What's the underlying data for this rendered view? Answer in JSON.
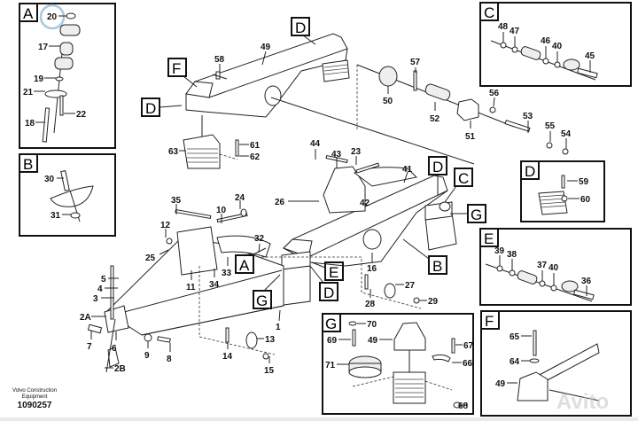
{
  "diagram": {
    "title_code": "1090257",
    "publisher": [
      "Volvo Construction",
      "Equipment"
    ],
    "watermark": "Avito",
    "highlight_color": "#a8c8e0",
    "detail_boxes": {
      "A": {
        "letter": "A",
        "labels": [
          "20",
          "17",
          "19",
          "21",
          "22",
          "18"
        ]
      },
      "B": {
        "letter": "B",
        "labels": [
          "30",
          "31"
        ]
      },
      "C": {
        "letter": "C",
        "labels": [
          "48",
          "47",
          "46",
          "40",
          "45"
        ]
      },
      "D": {
        "letter": "D",
        "labels": [
          "59",
          "60"
        ]
      },
      "E": {
        "letter": "E",
        "labels": [
          "39",
          "38",
          "37",
          "40",
          "36"
        ]
      },
      "F": {
        "letter": "F",
        "labels": [
          "65",
          "64",
          "49"
        ]
      },
      "G": {
        "letter": "G",
        "labels": [
          "70",
          "69",
          "49",
          "67",
          "66",
          "71",
          "68"
        ]
      }
    },
    "callouts": {
      "D_top": "D",
      "F_main": "F",
      "D_left": "D",
      "D_right": "D",
      "C_right": "C",
      "G_right": "G",
      "A_main": "A",
      "E_main": "E",
      "D_low": "D",
      "G_main": "G",
      "B_main": "B"
    },
    "part_labels": {
      "p49": "49",
      "p58": "58",
      "p57": "57",
      "p50": "50",
      "p52": "52",
      "p56": "56",
      "p51": "51",
      "p53": "53",
      "p55": "55",
      "p54": "54",
      "p63": "63",
      "p61": "61",
      "p62": "62",
      "p44": "44",
      "p43": "43",
      "p23": "23",
      "p41": "41",
      "p26": "26",
      "p42": "42",
      "p24": "24",
      "p10": "10",
      "p35": "35",
      "p12": "12",
      "p32": "32",
      "p25": "25",
      "p33": "33",
      "p11": "11",
      "p34": "34",
      "p16": "16",
      "p27": "27",
      "p28": "28",
      "p29": "29",
      "p5": "5",
      "p4": "4",
      "p3": "3",
      "p2A": "2A",
      "p7": "7",
      "p6": "6",
      "p9": "9",
      "p8": "8",
      "p2B": "2B",
      "p1": "1",
      "p13": "13",
      "p14": "14",
      "p15": "15"
    }
  }
}
